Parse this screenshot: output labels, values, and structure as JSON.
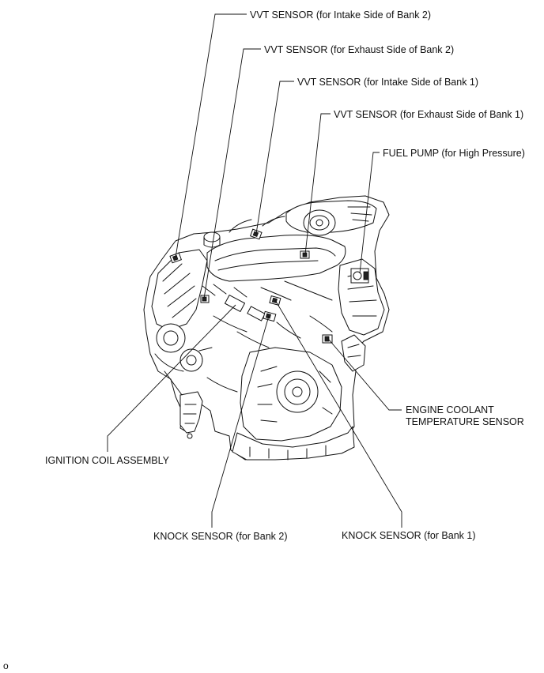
{
  "callouts": {
    "vvt_intake_bank2": "VVT SENSOR (for Intake Side of Bank 2)",
    "vvt_exhaust_bank2": "VVT SENSOR (for Exhaust Side of Bank 2)",
    "vvt_intake_bank1": "VVT SENSOR (for Intake Side of Bank 1)",
    "vvt_exhaust_bank1": "VVT SENSOR (for Exhaust Side of Bank 1)",
    "fuel_pump": "FUEL PUMP (for High Pressure)",
    "coolant_temp_line1": "ENGINE COOLANT",
    "coolant_temp_line2": "TEMPERATURE SENSOR",
    "ignition_coil": "IGNITION  COIL ASSEMBLY",
    "knock_bank2": "KNOCK SENSOR (for Bank 2)",
    "knock_bank1": "KNOCK SENSOR (for Bank 1)"
  },
  "footer": {
    "mark": "o"
  }
}
